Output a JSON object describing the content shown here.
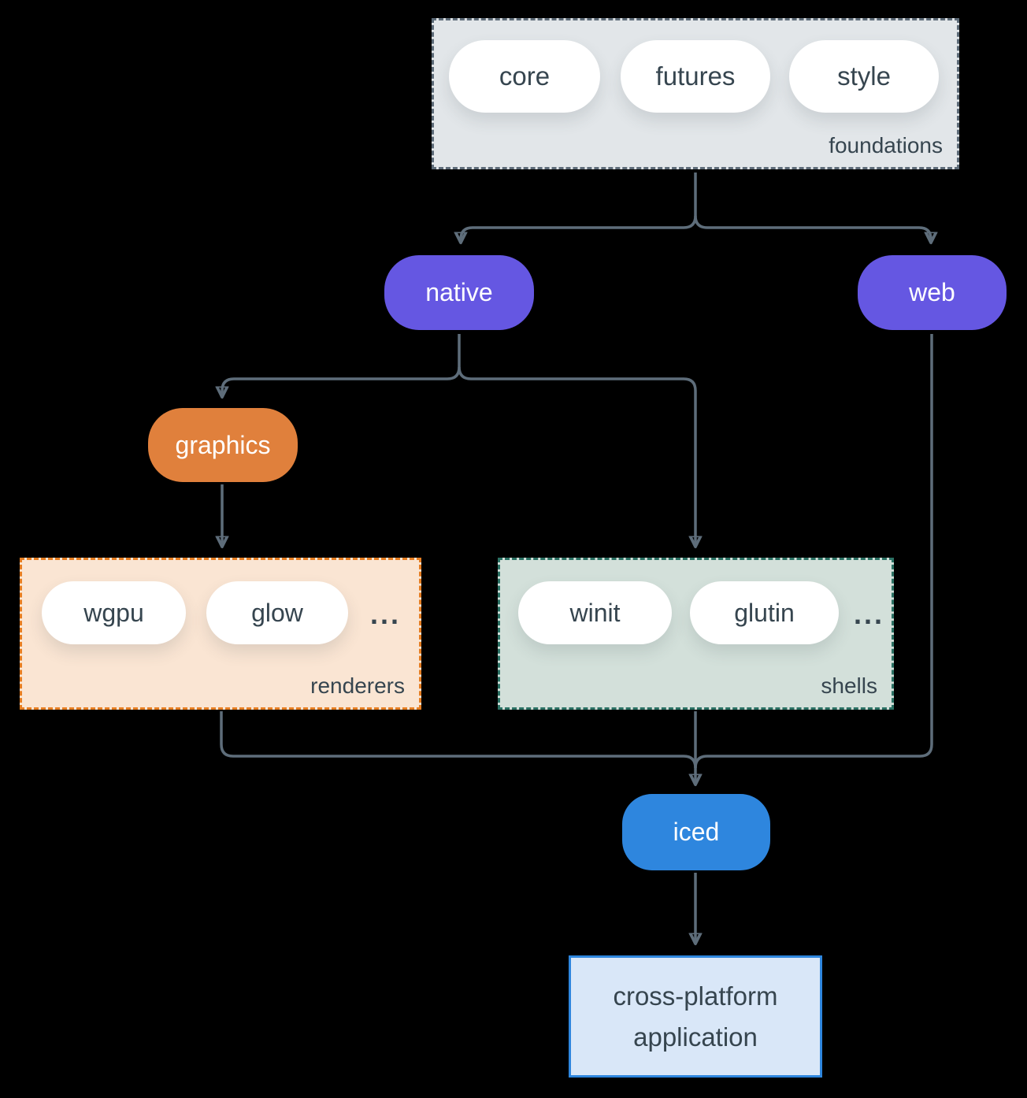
{
  "groups": {
    "foundations": {
      "label": "foundations",
      "pills": [
        "core",
        "futures",
        "style"
      ]
    },
    "renderers": {
      "label": "renderers",
      "pills": [
        "wgpu",
        "glow"
      ],
      "ellipsis": "..."
    },
    "shells": {
      "label": "shells",
      "pills": [
        "winit",
        "glutin"
      ],
      "ellipsis": "..."
    }
  },
  "nodes": {
    "native": "native",
    "web": "web",
    "graphics": "graphics",
    "iced": "iced",
    "application": {
      "line1": "cross-platform",
      "line2": "application"
    }
  },
  "colors": {
    "canvas_bg": "#000000",
    "foundations_fill": "#e2e6e9",
    "foundations_border": "#5d6b78",
    "renderers_fill": "#fae5d3",
    "renderers_border": "#e67e22",
    "shells_fill": "#d3e0da",
    "shells_border": "#2b7164",
    "purple": "#6557e2",
    "orange": "#e0803c",
    "blue": "#2e86de",
    "app_fill": "#d9e7f8",
    "app_border": "#2e86de",
    "pill_fill": "#ffffff",
    "text_dark": "#36454f",
    "text_light": "#ffffff",
    "connector": "#5e6d7a"
  }
}
